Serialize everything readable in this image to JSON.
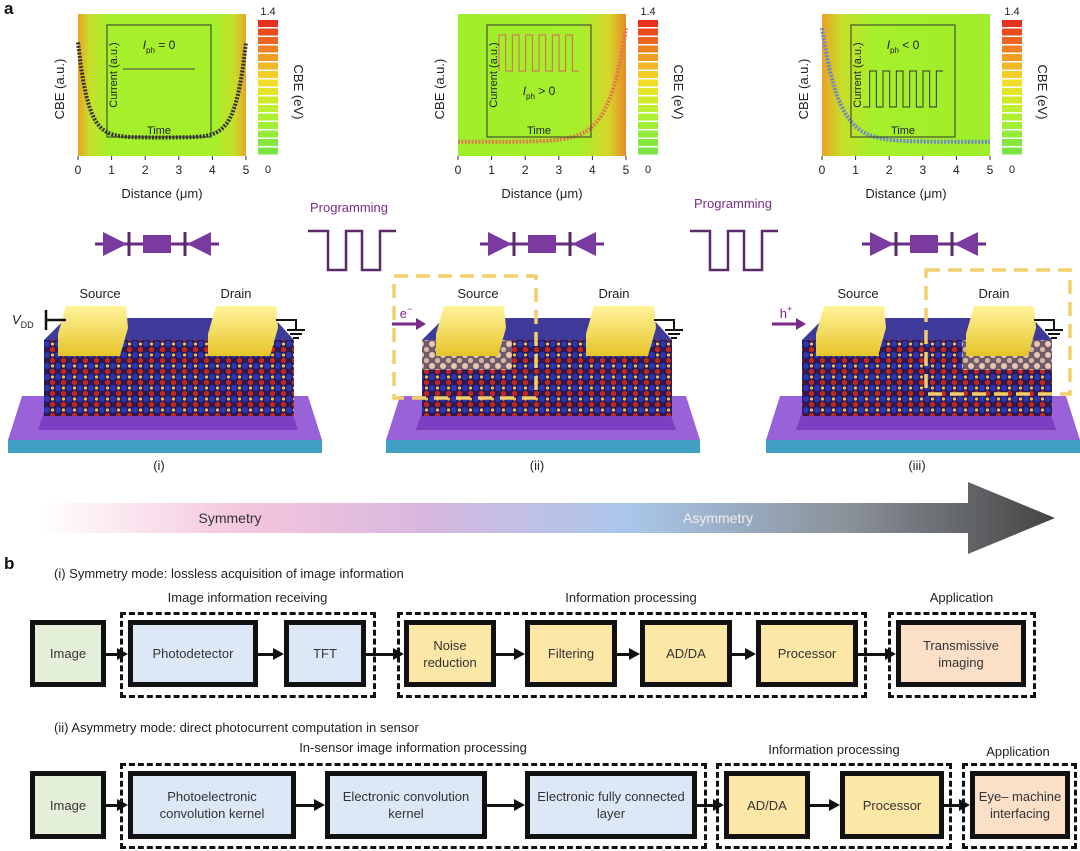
{
  "panel_a": {
    "letter": "a",
    "plots": [
      {
        "inset_label_main": "I",
        "inset_label_sub": "ph",
        "inset_label_rel": " = 0",
        "x_label": "Distance (μm)",
        "y_label": "CBE (a.u.)",
        "inset_y": "Current (a.u.)",
        "inset_x": "Time",
        "x_ticks": [
          "0",
          "1",
          "2",
          "3",
          "4",
          "5"
        ],
        "curve_color": "#333333",
        "curve": "U"
      },
      {
        "inset_label_main": "I",
        "inset_label_sub": "ph",
        "inset_label_rel": " > 0",
        "x_label": "Distance (μm)",
        "y_label": "CBE (a.u.)",
        "inset_y": "Current (a.u.)",
        "inset_x": "Time",
        "x_ticks": [
          "0",
          "1",
          "2",
          "3",
          "4",
          "5"
        ],
        "curve_color": "#e07a4a",
        "curve": "rise"
      },
      {
        "inset_label_main": "I",
        "inset_label_sub": "ph",
        "inset_label_rel": " < 0",
        "x_label": "Distance (μm)",
        "y_label": "CBE (a.u.)",
        "inset_y": "Current (a.u.)",
        "inset_x": "Time",
        "x_ticks": [
          "0",
          "1",
          "2",
          "3",
          "4",
          "5"
        ],
        "curve_color": "#6f86c9",
        "curve": "fall"
      }
    ],
    "colorbar": {
      "top_value": "1.4",
      "bottom_value": "0",
      "label": "CBE (eV)"
    },
    "programming_label": "Programming",
    "devices": [
      {
        "numeral": "(i)",
        "source": "Source",
        "drain": "Drain",
        "voltage_main": "V",
        "voltage_sub": "DD"
      },
      {
        "numeral": "(ii)",
        "source": "Source",
        "drain": "Drain",
        "carrier_main": "e",
        "carrier_sup": "−"
      },
      {
        "numeral": "(iii)",
        "source": "Source",
        "drain": "Drain",
        "carrier_main": "h",
        "carrier_sup": "+"
      }
    ],
    "gradient_arrow": {
      "left_label": "Symmetry",
      "right_label": "Asymmetry"
    }
  },
  "panel_b": {
    "letter": "b",
    "symmetry_mode": {
      "title": "(i)   Symmetry mode: lossless acquisition of image information",
      "groups": [
        {
          "title": "Image information receiving"
        },
        {
          "title": "Information processing"
        },
        {
          "title": "Application"
        }
      ],
      "boxes": [
        "Image",
        "Photodetector",
        "TFT",
        "Noise reduction",
        "Filtering",
        "AD/DA",
        "Processor",
        "Transmissive imaging"
      ]
    },
    "asymmetry_mode": {
      "title": "(ii)   Asymmetry mode: direct photocurrent computation in sensor",
      "groups": [
        {
          "title": "In-sensor image information processing"
        },
        {
          "title": "Information processing"
        },
        {
          "title": "Application"
        }
      ],
      "boxes": [
        "Image",
        "Photoelectronic convolution kernel",
        "Electronic convolution kernel",
        "Electronic fully connected layer",
        "AD/DA",
        "Processor",
        "Eye– machine interfacing"
      ]
    }
  }
}
